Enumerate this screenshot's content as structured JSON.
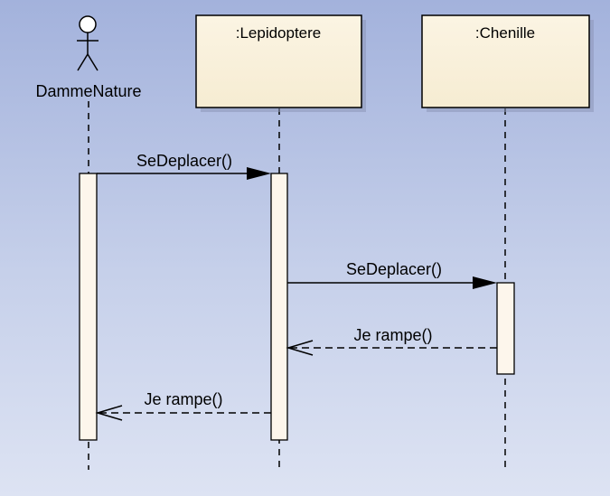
{
  "diagram": {
    "actor": {
      "name": "DammeNature"
    },
    "lifelines": [
      {
        "name": ":Lepidoptere"
      },
      {
        "name": ":Chenille"
      }
    ],
    "messages": [
      {
        "label": "SeDeplacer()",
        "kind": "sync"
      },
      {
        "label": "SeDeplacer()",
        "kind": "sync"
      },
      {
        "label": "Je rampe()",
        "kind": "return"
      },
      {
        "label": "Je rampe()",
        "kind": "return"
      }
    ]
  },
  "colors": {
    "background_top": "#a3b2dc",
    "background_bottom": "#dde3f3",
    "box_fill": "#fbf3dd",
    "activation_fill": "#fdf6ec",
    "line": "#000000"
  }
}
